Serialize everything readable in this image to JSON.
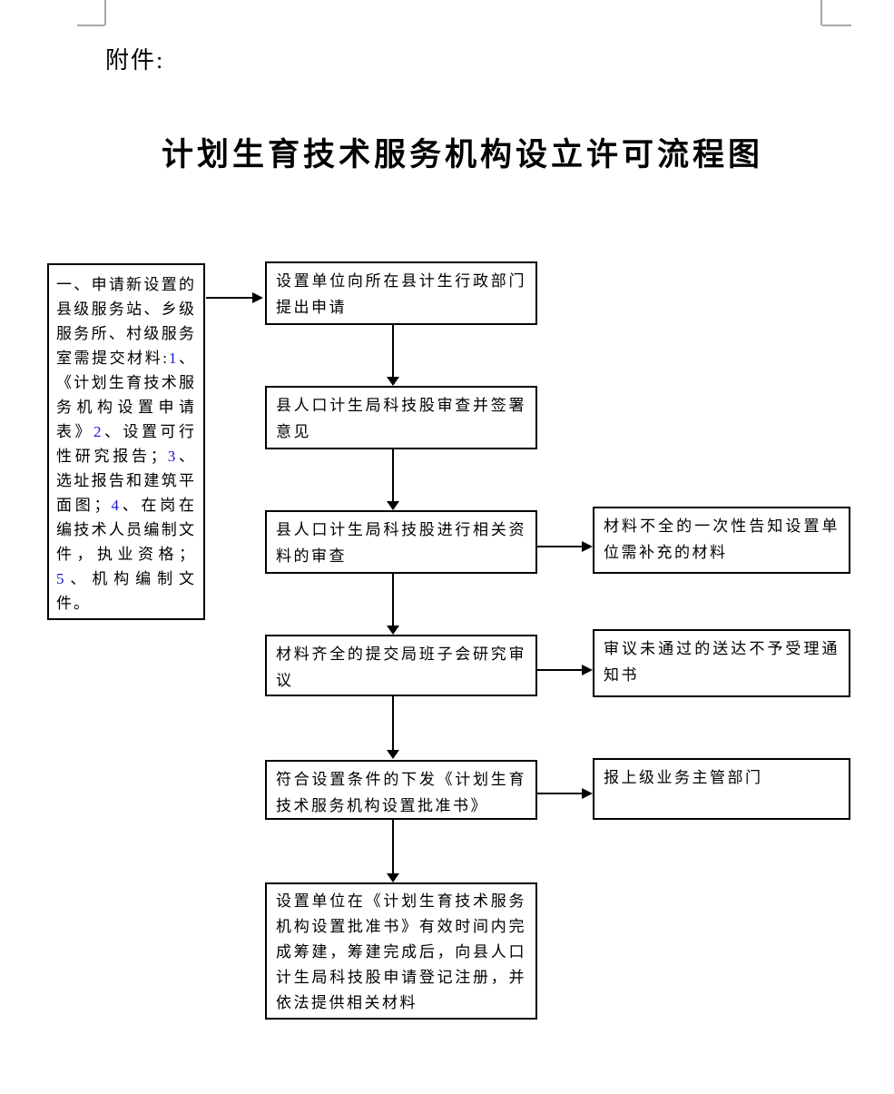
{
  "page": {
    "attachment_label": "附件:",
    "title": "计划生育技术服务机构设立许可流程图"
  },
  "colors": {
    "ink": "#000000",
    "number_blue": "#1515cf",
    "crop_mark": "#a6a6a6",
    "page_bg": "#ffffff"
  },
  "left_note": {
    "segments": [
      {
        "text": "一、申请新设置的县级服务站、乡级服务所、村级服务室需提交材料:"
      },
      {
        "text": "1",
        "color": "#1515cf"
      },
      {
        "text": "、《计划生育技术服务机构设置申请表》"
      },
      {
        "text": "2",
        "color": "#1515cf"
      },
      {
        "text": "、设置可行性研究报告；"
      },
      {
        "text": "3",
        "color": "#1515cf"
      },
      {
        "text": "、选址报告和建筑平面图；"
      },
      {
        "text": "4",
        "color": "#1515cf"
      },
      {
        "text": "、在岗在编技术人员编制文件，执业资格；"
      },
      {
        "text": "5",
        "color": "#1515cf"
      },
      {
        "text": "、机构编制文件。"
      }
    ]
  },
  "flow": {
    "main_boxes": [
      {
        "text": "设置单位向所在县计生行政部门提出申请"
      },
      {
        "text": "县人口计生局科技股审查并签署意见"
      },
      {
        "text": "县人口计生局科技股进行相关资料的审查"
      },
      {
        "text": "材料齐全的提交局班子会研究审议"
      },
      {
        "text": "符合设置条件的下发《计划生育技术服务机构设置批准书》"
      },
      {
        "text": "设置单位在《计划生育技术服务机构设置批准书》有效时间内完成筹建，筹建完成后，向县人口计生局科技股申请登记注册，并依法提供相关材料"
      }
    ],
    "side_boxes": [
      {
        "text": "材料不全的一次性告知设置单位需补充的材料"
      },
      {
        "text": "审议未通过的送达不予受理通知书"
      },
      {
        "text": "报上级业务主管部门"
      }
    ]
  }
}
